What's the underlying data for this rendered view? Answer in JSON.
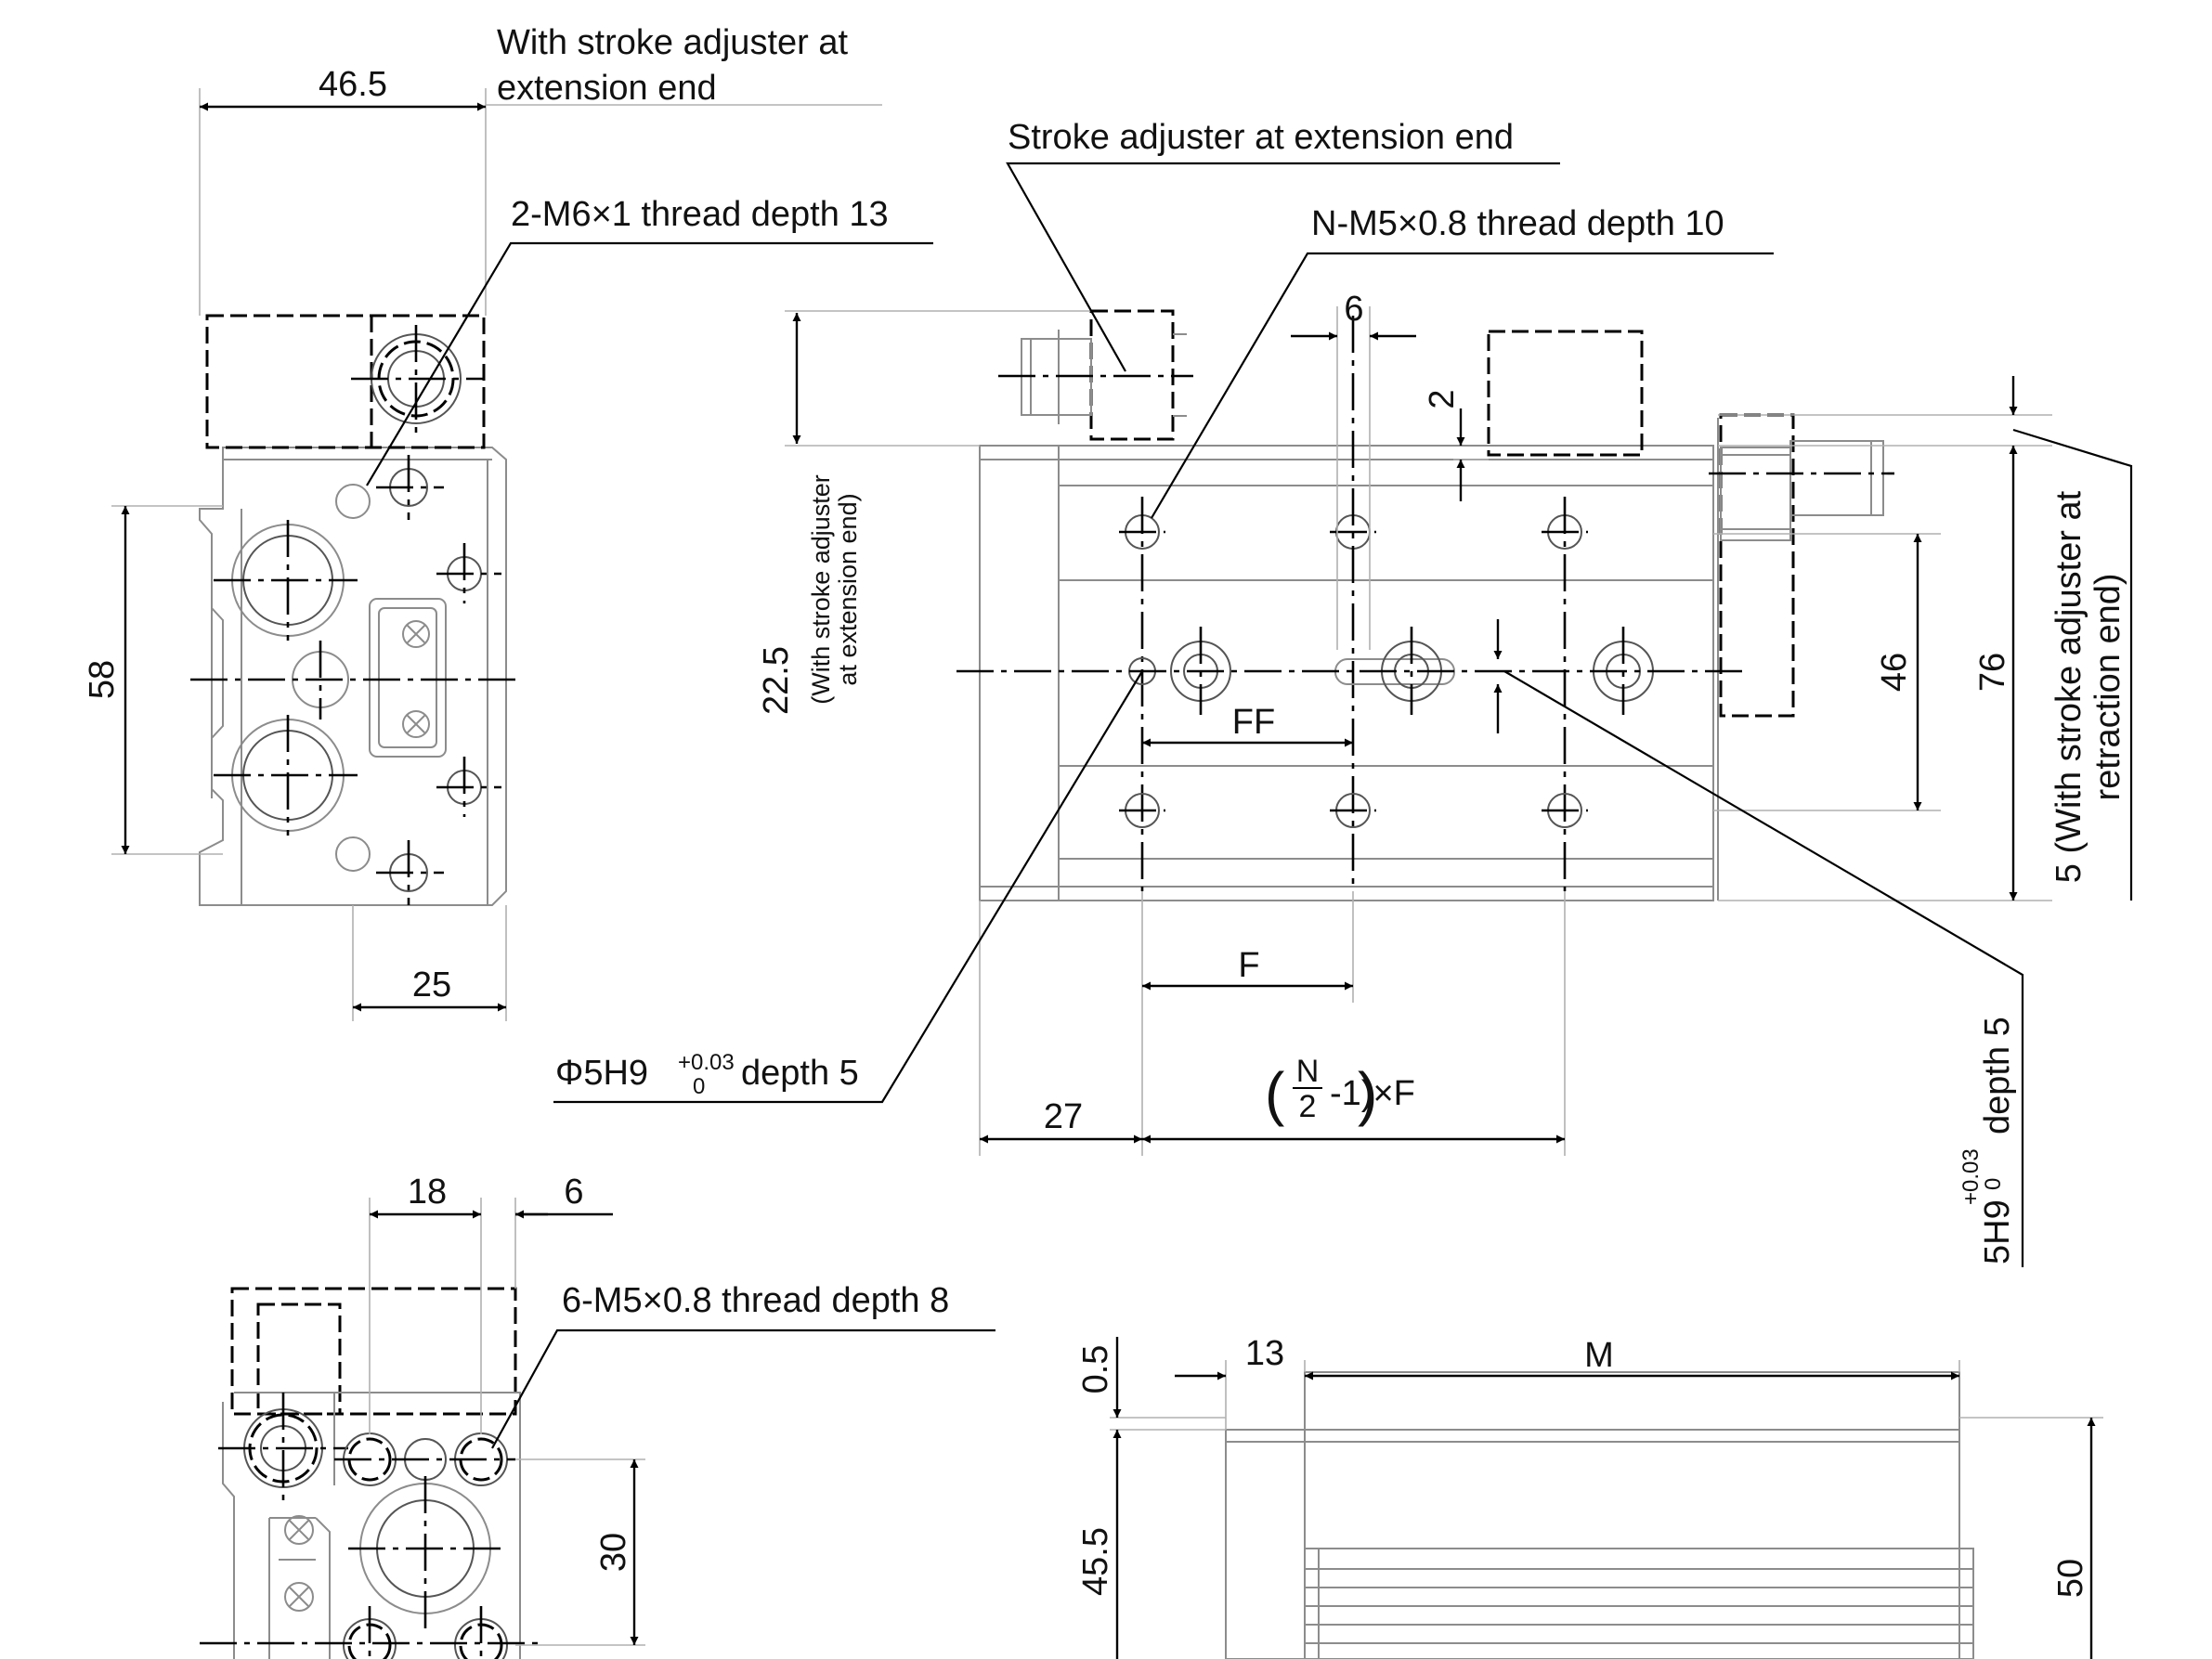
{
  "labels": {
    "with_stroke_adjuster_ext_top_line1": "With stroke adjuster at",
    "with_stroke_adjuster_ext_top_line2": "extension end",
    "stroke_adjuster_ext_end": "Stroke adjuster at extension end",
    "thread_2_m6": "2-M6×1 thread depth 13",
    "thread_n_m5": "N-M5×0.8 thread depth 10",
    "thread_6_m5": "6-M5×0.8 thread depth 8",
    "pin_hole_phi": "Φ5H9",
    "pin_hole_tol_plus": "+0.03",
    "pin_hole_tol_zero": "0",
    "pin_hole_depth": "depth 5",
    "slot_hole_main": "5H9",
    "slot_hole_tol_plus": "+0.03",
    "slot_hole_tol_zero": "0",
    "slot_hole_depth": "depth 5",
    "side_note_line1": "(With stroke adjuster",
    "side_note_line2": "at extension end)",
    "right_note_line1": "5 (With stroke adjuster at",
    "right_note_line2": "retraction end)",
    "formula_n": "N",
    "formula_2": "2",
    "formula_rest": "-1)×F",
    "formula_open": "(",
    "formula_close": ")"
  },
  "dimensions": {
    "d_46_5": "46.5",
    "d_58": "58",
    "d_25": "25",
    "d_6_top": "6",
    "d_2": "2",
    "d_22_5": "22.5",
    "d_FF": "FF",
    "d_F": "F",
    "d_27": "27",
    "d_46": "46",
    "d_76": "76",
    "d_18": "18",
    "d_6_bottom": "6",
    "d_30": "30",
    "d_0_5": "0.5",
    "d_13": "13",
    "d_M": "M",
    "d_45_5": "45.5",
    "d_50": "50"
  }
}
